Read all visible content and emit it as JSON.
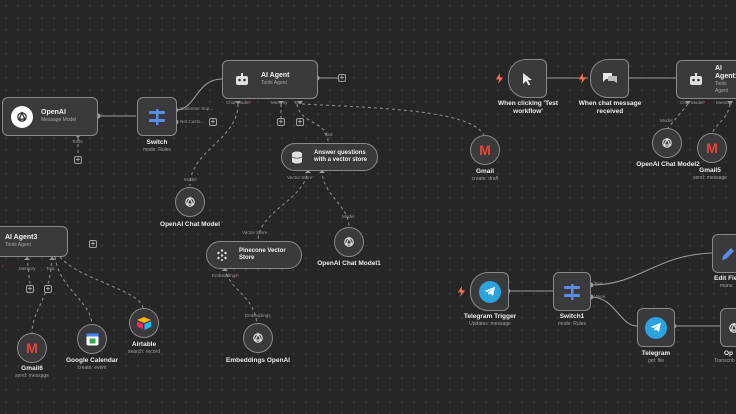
{
  "nodes": {
    "openai": {
      "title": "OpenAI",
      "subtitle": "Message Model",
      "port": "Tools"
    },
    "switch": {
      "title": "Switch",
      "subtitle": "mode: Rules",
      "out1": "Customer Sup...",
      "out2": "Not Custo..."
    },
    "agent": {
      "title": "AI Agent",
      "subtitle": "Tools Agent",
      "ports": {
        "chat_model": "Chat Model",
        "memory": "Memory",
        "tool": "Tool"
      }
    },
    "gmail": {
      "title": "Gmail",
      "subtitle": "create: draft"
    },
    "vector_qa": {
      "title": "Answer questions with a vector store",
      "port_model": "Model",
      "port_tool": "Tool",
      "port_store": "Vector Store",
      "port_model2": "Model"
    },
    "oa_chat": {
      "title": "OpenAI Chat Model",
      "port": "Model"
    },
    "oa_chat1": {
      "title": "OpenAI Chat Model1",
      "port": "Model"
    },
    "pinecone": {
      "title": "Pinecone Vector Store",
      "port_vs": "Vector Store",
      "port_emb": "Embeddings"
    },
    "embeddings": {
      "title": "Embeddings OpenAI",
      "port": "Embeddings"
    },
    "agent3": {
      "title": "AI Agent3",
      "subtitle": "Tools Agent",
      "ports": {
        "memory": "Memory",
        "tool": "Tool"
      }
    },
    "gmail6": {
      "title": "Gmail6",
      "subtitle": "send: message"
    },
    "gcal": {
      "title": "Google Calendar",
      "subtitle": "create: event"
    },
    "airtable": {
      "title": "Airtable",
      "subtitle": "search: record"
    },
    "test_trigger": {
      "title": "When clicking 'Test workflow'"
    },
    "chat_trigger": {
      "title": "When chat message received"
    },
    "agent1": {
      "title": "AI Agent1",
      "subtitle": "Tools Agent",
      "ports": {
        "chat_model": "Chat Model",
        "memory": "Memory"
      }
    },
    "oa_chat2": {
      "title": "OpenAI Chat Model2",
      "port": "Model"
    },
    "gmail5": {
      "title": "Gmail5",
      "subtitle": "send: message"
    },
    "tg_trigger": {
      "title": "Telegram Trigger",
      "subtitle": "Updates: message"
    },
    "switch1": {
      "title": "Switch1",
      "subtitle": "mode: Rules",
      "out1": "Text",
      "out2": "Voice"
    },
    "telegram": {
      "title": "Telegram",
      "subtitle": "get: file"
    },
    "edit_fields": {
      "title": "Edit Fie",
      "subtitle": "manu"
    },
    "openai_right": {
      "title": "Op",
      "subtitle": "Transcrib"
    }
  },
  "colors": {
    "canvas": "#262626",
    "node": "#3a3a3c",
    "border": "#8a8a8e",
    "wire": "#9a9a9a",
    "trigger": "#ff6d5a",
    "switch": "#5b8de8",
    "telegram": "#2aa3de"
  }
}
